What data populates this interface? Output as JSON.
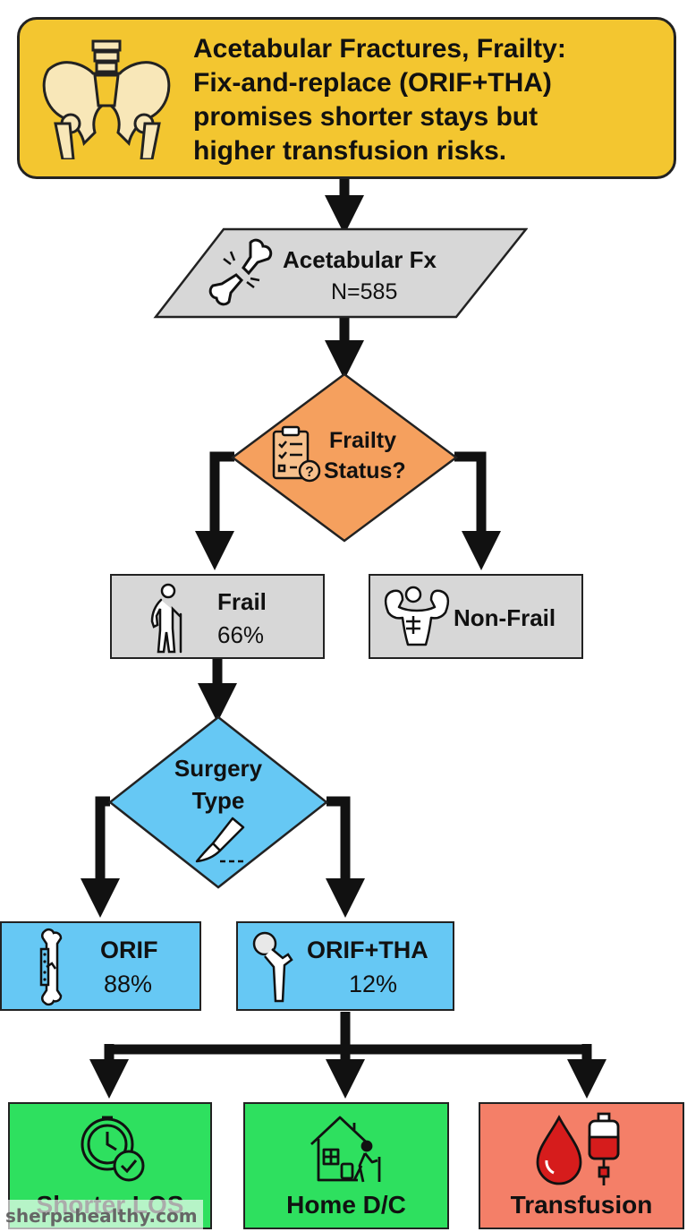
{
  "title": {
    "line1": "Acetabular Fractures, Frailty:",
    "line2": "Fix-and-replace (ORIF+THA)",
    "line3": "promises shorter stays but",
    "line4": "higher transfusion risks."
  },
  "nodes": {
    "population": {
      "label": "Acetabular Fx",
      "value": "N=585",
      "icon": "broken-bone-icon"
    },
    "frailty_decision": {
      "line1": "Frailty",
      "line2": "Status?",
      "icon": "clipboard-question-icon"
    },
    "frail": {
      "label": "Frail",
      "value": "66%",
      "icon": "elderly-cane-icon"
    },
    "non_frail": {
      "label": "Non-Frail",
      "icon": "muscular-torso-icon"
    },
    "surgery_decision": {
      "line1": "Surgery",
      "line2": "Type",
      "icon": "scalpel-icon"
    },
    "orif": {
      "label": "ORIF",
      "value": "88%",
      "icon": "bone-plate-icon"
    },
    "orif_tha": {
      "label": "ORIF+THA",
      "value": "12%",
      "icon": "hip-implant-icon"
    },
    "shorter_los": {
      "label": "Shorter LOS",
      "icon": "clock-check-icon"
    },
    "home_dc": {
      "label": "Home D/C",
      "icon": "home-walker-icon"
    },
    "transfusion": {
      "label": "Transfusion",
      "icon": "blood-bag-icon"
    }
  },
  "colors": {
    "title": "#f3c630",
    "decision_frailty": "#f5a05e",
    "decision_surgery": "#66c8f4",
    "neutral_box": "#d7d7d7",
    "surgery_box": "#66c8f4",
    "good_outcome": "#2ee05f",
    "bad_outcome": "#f47f68"
  },
  "watermark": "sherpahealthy.com"
}
